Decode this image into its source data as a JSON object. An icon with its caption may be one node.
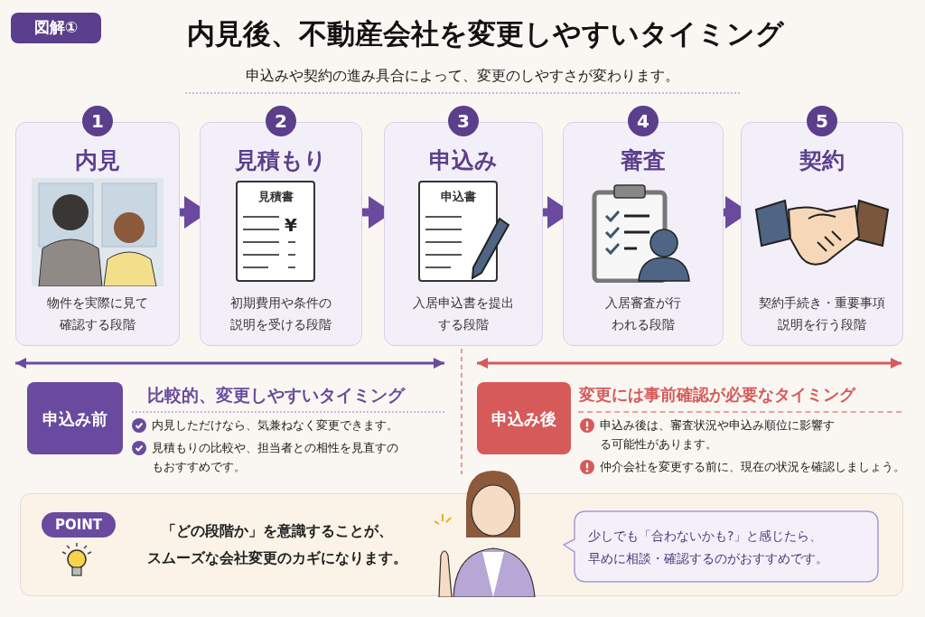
{
  "diagram": {
    "title": "内見後、不動産会社を変更しやすいタイミング",
    "nodes": [
      {
        "text": [
          "図解①"
        ]
      },
      {
        "text": [
          "1",
          "内見",
          "物件を実際に見て確認する段階"
        ]
      },
      {
        "text": [
          "2",
          "見積もり",
          "初期費用や条件の説明を受ける段階"
        ]
      },
      {
        "text": [
          "3",
          "申込み",
          "入居申込書を提出する段階"
        ]
      },
      {
        "text": [
          "4",
          "審査",
          "入居審査が行われる段階"
        ]
      },
      {
        "text": [
          "5",
          "契約",
          "契約手続き・重要事項説明を行う段階"
        ]
      },
      {
        "text": [
          "申込み前"
        ]
      },
      {
        "text": [
          "申込み後"
        ]
      },
      {
        "text": [
          "「どの段階か」を意識することが、スムーズな会社変更のカギになります。"
        ]
      },
      {
        "text": [
          "POINT"
        ],
        "in": 8
      },
      {
        "text": [
          "少しでも「合わないかも?」と感じたら、早めに相談・確認するのがおすすめです。"
        ],
        "in": 8
      }
    ],
    "edges": [
      {
        "from": 1,
        "to": 2,
        "arrow": "to"
      },
      {
        "from": 2,
        "to": 3,
        "arrow": "to"
      },
      {
        "from": 3,
        "to": 4,
        "arrow": "to"
      },
      {
        "from": 4,
        "to": 5,
        "arrow": "to"
      }
    ],
    "labels": [
      "申込みや契約の進み具合によって、変更のしやすさが変わります。",
      "見積書",
      "¥",
      "申込書",
      "比較的、変更しやすいタイミング",
      "内見しただけなら、気兼ねなく変更できます。",
      "見積もりの比較や、担当者との相性を見直すのもおすすめです。",
      "変更には事前確認が必要なタイミング",
      "申込み後は、審査状況や申込み順位に影響する可能性があります。",
      "仲介会社を変更する前に、現在の状況を確認しましょう。"
    ]
  }
}
